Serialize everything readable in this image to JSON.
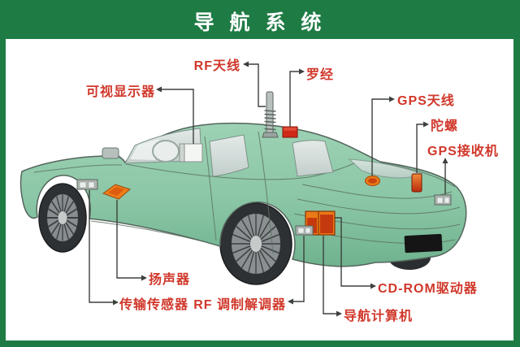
{
  "header": {
    "title": "导 航 系 统"
  },
  "labels": {
    "rf_antenna": "RF天线",
    "compass": "罗经",
    "visual_display": "可视显示器",
    "gps_antenna": "GPS天线",
    "gyro": "陀螺",
    "gps_receiver": "GPS接收机",
    "speaker": "扬声器",
    "transmission_sensor": "传输传感器",
    "rf_modem": "RF 调制解调器",
    "cdrom_drive": "CD-ROM驱动器",
    "nav_computer": "导航计算机"
  },
  "colors": {
    "frame_green": "#1e7b44",
    "title_text": "#ffffff",
    "label_red": "#d0372a",
    "car_body": "#8cc7a8",
    "component_orange": "#ea7a16",
    "compass_red": "#cf2a16",
    "glass_gray": "#d7e0dd",
    "tire_dark": "#2e3133",
    "leader_line": "#3c403c"
  }
}
